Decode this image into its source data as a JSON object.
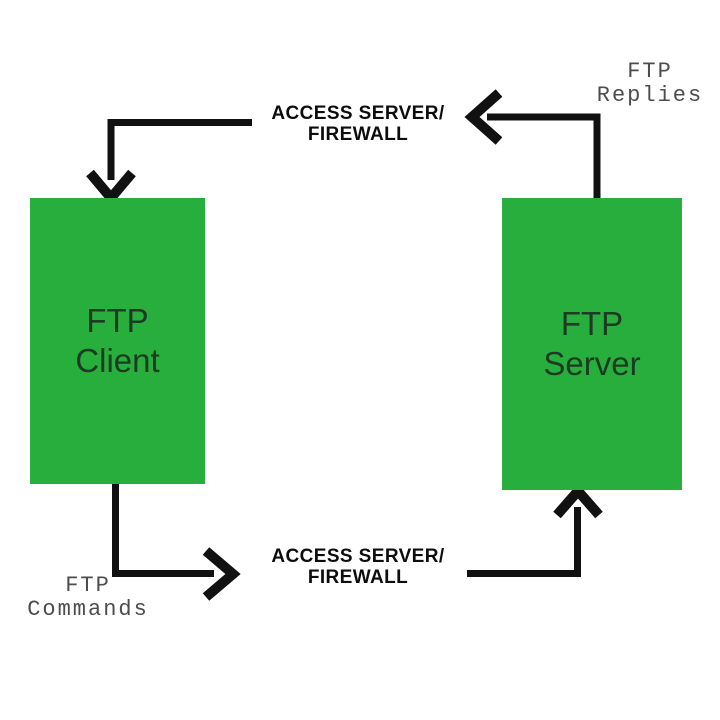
{
  "colors": {
    "background": "#ffffff",
    "box_green": "#27ae3c",
    "box_text": "#1c3b22",
    "gateway_text": "#0d0d0d",
    "flow_text": "#4d4d4d",
    "arrow": "#111111"
  },
  "nodes": {
    "ftp_client": {
      "line1": "FTP",
      "line2": "Client"
    },
    "ftp_server": {
      "line1": "FTP",
      "line2": "Server"
    }
  },
  "gateways": {
    "top": {
      "line1": "ACCESS SERVER/",
      "line2": "FIREWALL"
    },
    "bottom": {
      "line1": "ACCESS SERVER/",
      "line2": "FIREWALL"
    }
  },
  "flows": {
    "replies": {
      "line1": "FTP",
      "line2": "Replies"
    },
    "commands": {
      "line1": "FTP",
      "line2": "Commands"
    }
  }
}
